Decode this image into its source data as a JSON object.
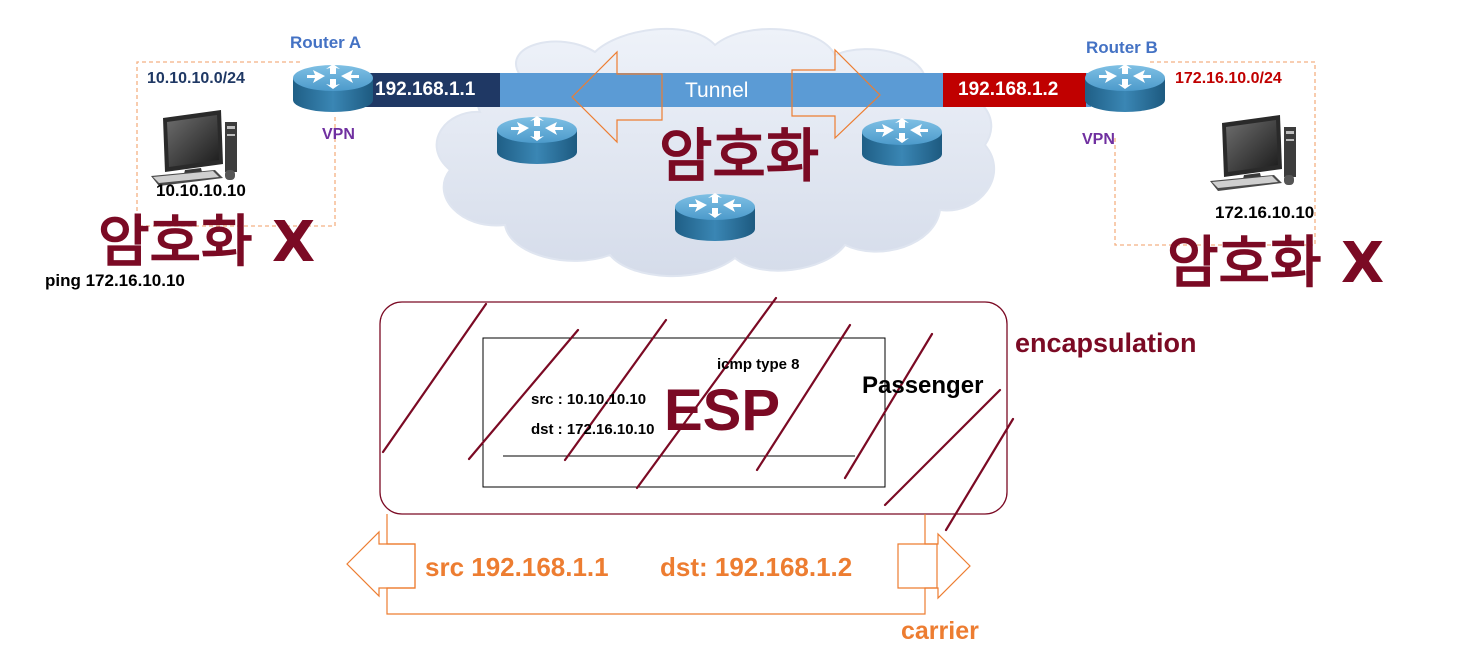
{
  "site_a": {
    "router_label": "Router A",
    "subnet": "10.10.10.0/24",
    "vpn_label": "VPN",
    "host_ip": "10.10.10.10",
    "no_encryption": "암호화 X",
    "ping_command": "ping 172.16.10.10"
  },
  "site_b": {
    "router_label": "Router B",
    "subnet": "172.16.10.0/24",
    "vpn_label": "VPN",
    "host_ip": "172.16.10.10",
    "no_encryption": "암호화 X"
  },
  "tunnel": {
    "left_ip": "192.168.1.1",
    "right_ip": "192.168.1.2",
    "label": "Tunnel",
    "encryption": "암호화"
  },
  "packet": {
    "icmp": "icmp  type 8",
    "src": "src : 10.10.10.10",
    "dst": "dst : 172.16.10.10",
    "esp": "ESP",
    "passenger": "Passenger",
    "encapsulation": "encapsulation",
    "outer_src": "src  192.168.1.1",
    "outer_dst": "dst: 192.168.1.2",
    "carrier": "carrier"
  },
  "colors": {
    "dark_red": "#7b0a24",
    "navy": "#1f3864",
    "tunnel_blue": "#5b9bd5",
    "ip_red": "#c00000",
    "orange": "#ed7d31",
    "purple": "#7030a0",
    "router_label_blue": "#4472c4"
  },
  "icons": {
    "router": "router-icon",
    "computer": "desktop-computer-icon",
    "cloud": "cloud-icon"
  }
}
